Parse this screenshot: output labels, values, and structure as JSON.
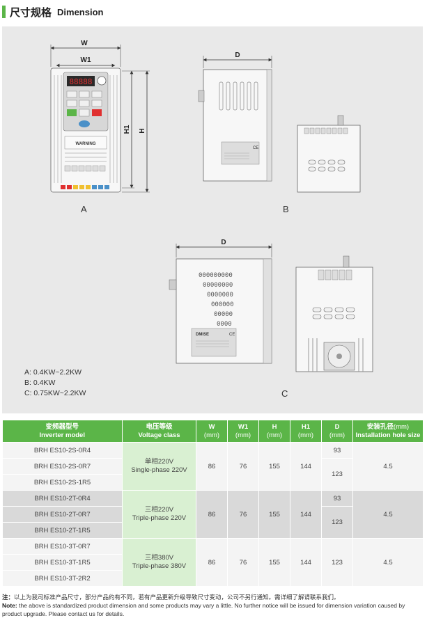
{
  "header": {
    "title_zh": "尺寸规格",
    "title_en": "Dimension"
  },
  "figure": {
    "labels": {
      "a": "A",
      "b": "B",
      "c": "C"
    },
    "dims": {
      "w": "W",
      "w1": "W1",
      "h": "H",
      "h1": "H1",
      "d_b": "D",
      "d_c": "D"
    },
    "specs": [
      "A: 0.4KW~2.2KW",
      "B: 0.4KW",
      "C: 0.75KW~2.2KW"
    ],
    "device_texts": {
      "warning": "WARNING",
      "brand": "DMISE",
      "ce": "CE"
    }
  },
  "table": {
    "headers": {
      "model_zh": "变频器型号",
      "model_en": "Inverter model",
      "voltage_zh": "电压等级",
      "voltage_en": "Voltage class",
      "w": "W",
      "w1": "W1",
      "h": "H",
      "h1": "H1",
      "d": "D",
      "unit": "(mm)",
      "hole_zh": "安装孔径",
      "hole_unit": "(mm)",
      "hole_en": "Installation hole size"
    },
    "groups": [
      {
        "models": [
          "BRH ES10-2S-0R4",
          "BRH ES10-2S-0R7",
          "BRH ES10-2S-1R5"
        ],
        "voltage_zh": "单相220V",
        "voltage_en": "Single-phase 220V",
        "w": "86",
        "w1": "76",
        "h": "155",
        "h1": "144",
        "d": [
          "93",
          "123"
        ],
        "hole": "4.5"
      },
      {
        "models": [
          "BRH ES10-2T-0R4",
          "BRH ES10-2T-0R7",
          "BRH ES10-2T-1R5"
        ],
        "voltage_zh": "三相220V",
        "voltage_en": "Triple-phase 220V",
        "w": "86",
        "w1": "76",
        "h": "155",
        "h1": "144",
        "d": [
          "93",
          "123"
        ],
        "hole": "4.5"
      },
      {
        "models": [
          "BRH ES10-3T-0R7",
          "BRH ES10-3T-1R5",
          "BRH ES10-3T-2R2"
        ],
        "voltage_zh": "三相380V",
        "voltage_en": "Triple-phase 380V",
        "w": "86",
        "w1": "76",
        "h": "155",
        "h1": "144",
        "d": [
          "123"
        ],
        "hole": "4.5"
      }
    ]
  },
  "note": {
    "label_zh": "注：",
    "text_zh": "以上为我司标准产品尺寸，部分产品约有不同，若有产品更新升级导致尺寸变动，公司不另行通知。需详细了解请联系我们。",
    "label_en": "Note:",
    "text_en": "the above is standardized product dimension and some products may vary a little. No further notice will be issued for dimension variation caused by product upgrade. Please contact us for details."
  },
  "colors": {
    "accent": "#5bb548",
    "panel": "#e9e9e9",
    "voltage_cell": "#d9f0d2",
    "display": "#e03030"
  }
}
